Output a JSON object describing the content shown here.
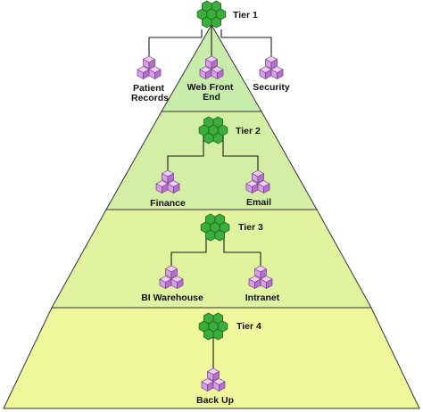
{
  "tiers": [
    {
      "label": "Tier 1",
      "fill": "#c8ecaa"
    },
    {
      "label": "Tier 2",
      "fill": "#d4efa5"
    },
    {
      "label": "Tier 3",
      "fill": "#e2f39f"
    },
    {
      "label": "Tier 4",
      "fill": "#eef79b"
    }
  ],
  "nodes": {
    "patient_records": [
      "Patient",
      "Records"
    ],
    "web_front_end": [
      "Web Front",
      "End"
    ],
    "security": "Security",
    "finance": "Finance",
    "email": "Email",
    "bi_warehouse": "BI Warehouse",
    "intranet": "Intranet",
    "back_up": "Back Up"
  },
  "icons": {
    "hub": "green-hexagon-cluster-icon",
    "node": "purple-cube-stack-icon"
  },
  "colors": {
    "hex_fill": "#3cae3c",
    "hex_stroke": "#1d6e22",
    "cube_top": "#efcdf5",
    "cube_left": "#d89fe6",
    "cube_right": "#b66fcc",
    "cube_stroke": "#6f3c86",
    "band_border": "#333333"
  }
}
